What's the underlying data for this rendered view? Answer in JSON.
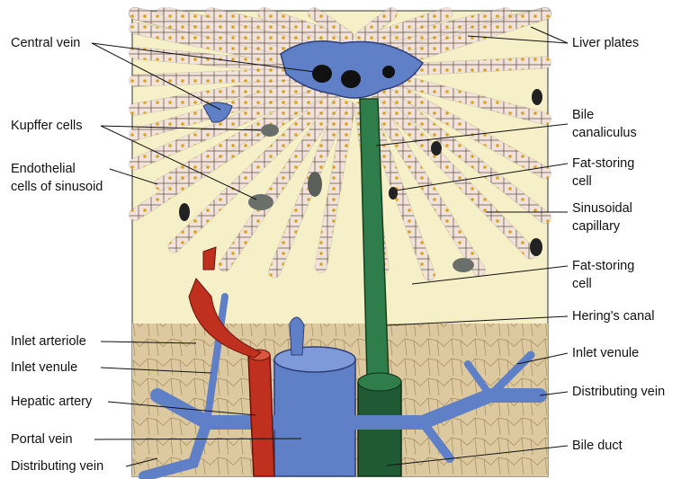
{
  "labels": {
    "left": {
      "central_vein": "Central vein",
      "kupffer_cells": "Kupffer cells",
      "endothelial_1": "Endothelial",
      "endothelial_2": "cells of sinusoid",
      "inlet_arteriole": "Inlet arteriole",
      "inlet_venule": "Inlet venule",
      "hepatic_artery": "Hepatic artery",
      "portal_vein": "Portal vein",
      "distributing_vein": "Distributing vein"
    },
    "right": {
      "liver_plates": "Liver plates",
      "bile_1": "Bile",
      "bile_2": "canaliculus",
      "fat_storing_1a": "Fat-storing",
      "fat_storing_1b": "cell",
      "sinusoidal_1": "Sinusoidal",
      "sinusoidal_2": "capillary",
      "fat_storing_2a": "Fat-storing",
      "fat_storing_2b": "cell",
      "herings_canal": "Hering's canal",
      "inlet_venule": "Inlet venule",
      "distributing_vein": "Distributing vein",
      "bile_duct": "Bile duct"
    }
  },
  "colors": {
    "background_tissue": "#f6f0c8",
    "hepatocyte": "#f1e2dc",
    "vein_blue": "#5f7fc6",
    "artery_red": "#c0301f",
    "bile_green": "#2f7d4a",
    "connective_tissue": "#dcc9a0"
  }
}
